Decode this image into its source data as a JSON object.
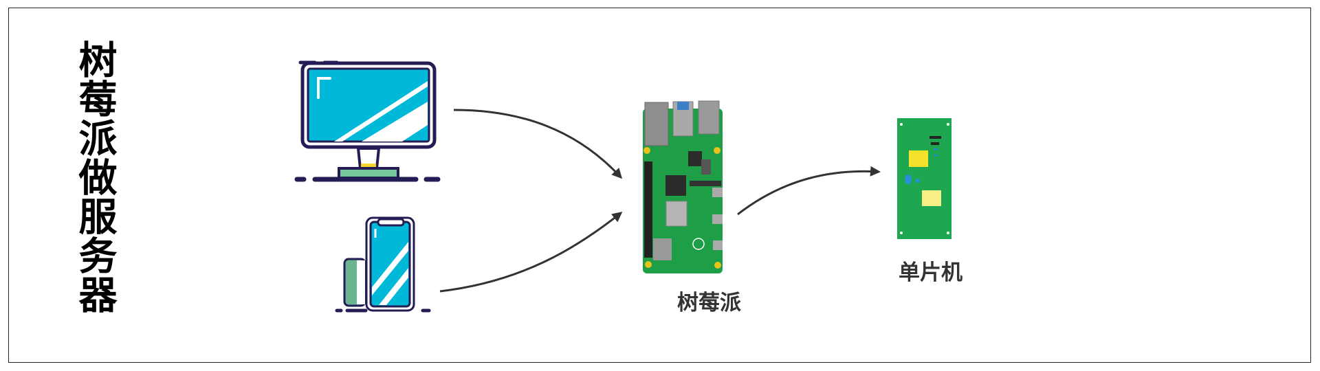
{
  "title": "树莓派做服务器",
  "nodes": {
    "monitor": {
      "icon": "monitor-icon"
    },
    "phone": {
      "icon": "smartphone-icon"
    },
    "raspberry_pi": {
      "label": "树莓派",
      "icon": "raspberry-pi-board-icon"
    },
    "mcu": {
      "label": "单片机",
      "icon": "microcontroller-board-icon"
    }
  },
  "colors": {
    "screen": "#00b8d8",
    "outline": "#231c55",
    "pcb": "#1fa650",
    "arrow": "#333333",
    "stand_base": "#74c89a",
    "book": "#6ab491",
    "chip_yellow": "#f5e22a",
    "chip_pale": "#f7ee86"
  }
}
